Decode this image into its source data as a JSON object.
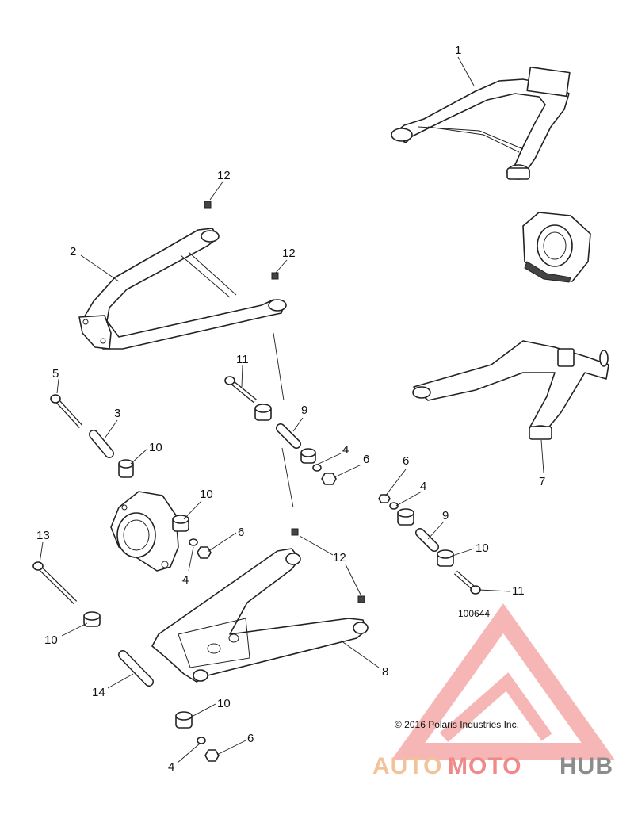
{
  "diagram": {
    "figure_id": "100644",
    "copyright": "© 2016 Polaris Industries Inc.",
    "callouts": {
      "c1": "1",
      "c2": "2",
      "c3": "3",
      "c4a": "4",
      "c4b": "4",
      "c4c": "4",
      "c4d": "4",
      "c5": "5",
      "c6a": "6",
      "c6b": "6",
      "c6c": "6",
      "c6d": "6",
      "c7": "7",
      "c8": "8",
      "c9a": "9",
      "c9b": "9",
      "c10a": "10",
      "c10b": "10",
      "c10c": "10",
      "c10d": "10",
      "c10e": "10",
      "c11a": "11",
      "c11b": "11",
      "c12a": "12",
      "c12b": "12",
      "c12c": "12",
      "c13": "13",
      "c14": "14"
    }
  },
  "watermark": {
    "word_auto": "AUTO",
    "word_moto": "MOTO",
    "word_hub": "HUB",
    "colors": {
      "auto": "#f2c39a",
      "moto": "#f08a8a",
      "hub": "#8c8c8c",
      "triangle": "#f07b7b"
    }
  }
}
